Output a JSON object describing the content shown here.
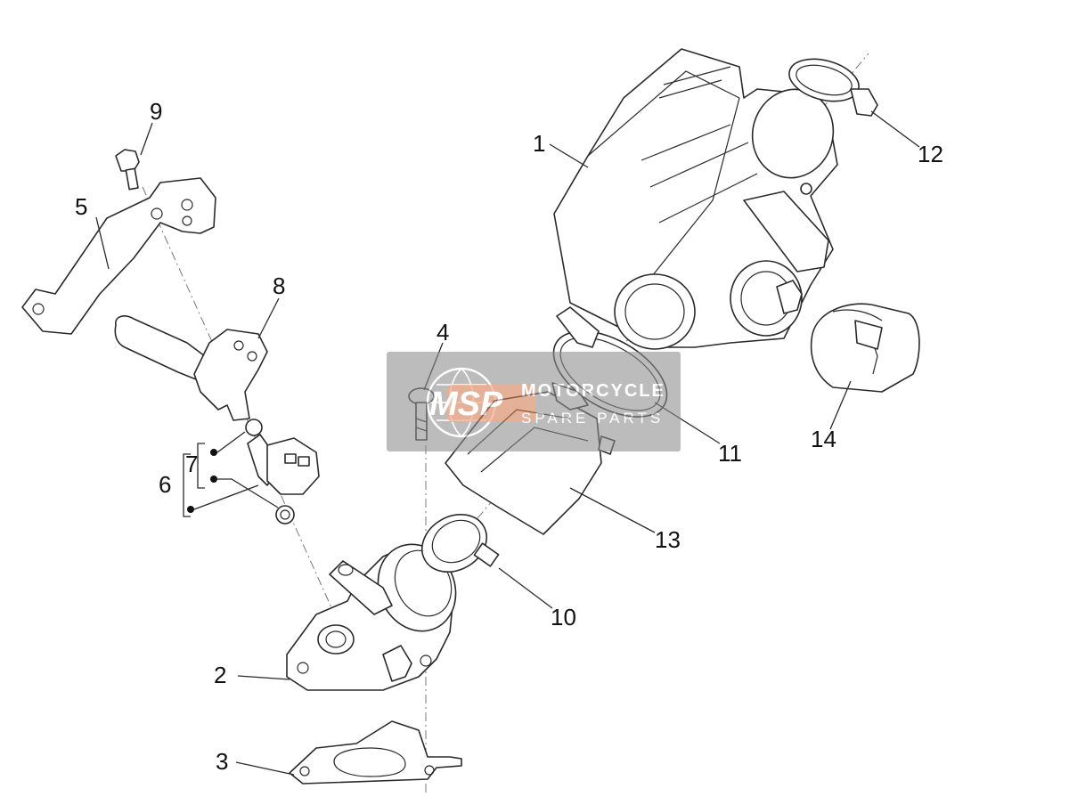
{
  "callouts": [
    {
      "id": "1",
      "text": "1"
    },
    {
      "id": "2",
      "text": "2"
    },
    {
      "id": "3",
      "text": "3"
    },
    {
      "id": "4",
      "text": "4"
    },
    {
      "id": "5",
      "text": "5"
    },
    {
      "id": "6",
      "text": "6"
    },
    {
      "id": "7",
      "text": "7"
    },
    {
      "id": "8",
      "text": "8"
    },
    {
      "id": "9",
      "text": "9"
    },
    {
      "id": "10",
      "text": "10"
    },
    {
      "id": "11",
      "text": "11"
    },
    {
      "id": "12",
      "text": "12"
    },
    {
      "id": "13",
      "text": "13"
    },
    {
      "id": "14",
      "text": "14"
    }
  ],
  "watermark": {
    "logo": "MSP",
    "line1": "MOTORCYCLE",
    "line2": "SPARE PARTS",
    "accent": "#e8743b",
    "panel": "#8c8c8c"
  }
}
